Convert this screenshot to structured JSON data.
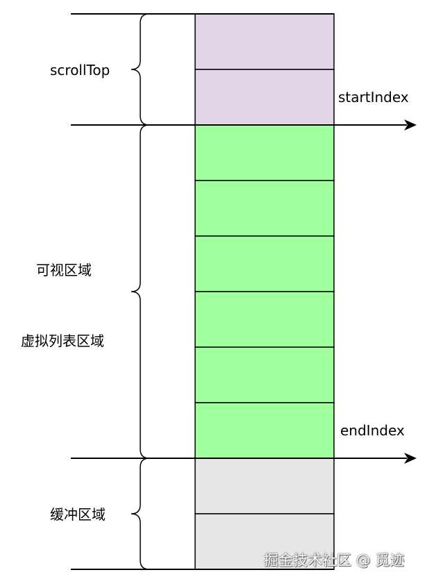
{
  "labels": {
    "scroll_top": "scrollTop",
    "start_index": "startIndex",
    "visible_area": "可视区域",
    "virtual_list_area": "虚拟列表区域",
    "end_index": "endIndex",
    "buffer_area": "缓冲区域"
  },
  "watermark": "掘金技术社区 @ 觅迹",
  "colors": {
    "scrolled_rows": "#e1d5e7",
    "visible_rows": "#9fff9a",
    "buffer_rows": "#e6e6e6",
    "stroke": "#000000"
  },
  "rows": {
    "scrolled_count": 2,
    "visible_count": 6,
    "buffer_count": 2
  }
}
